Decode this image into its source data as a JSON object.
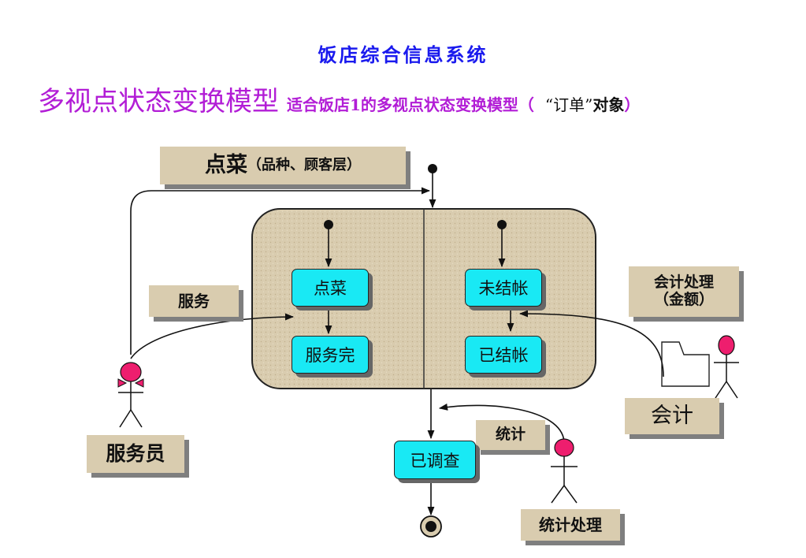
{
  "title": "饭店综合信息系统",
  "subtitle": {
    "main": "多视点状态变换模型",
    "detail": "适合饭店1的多视点状态变换模型（",
    "quoted": "“订单”",
    "object": "对象",
    "close_paren": "）"
  },
  "notes": {
    "order_dishes": "点菜",
    "order_dishes_detail": "（品种、顾客层）",
    "service": "服务",
    "accounting_process": "会计处理",
    "accounting_amount": "（金额）",
    "statistics": "统计",
    "statistics_process": "统计处理"
  },
  "states": {
    "ordering": "点菜",
    "served": "服务完",
    "unsettled": "未结帐",
    "settled": "已结帐",
    "surveyed": "已调查"
  },
  "actors": {
    "waiter": "服务员",
    "accountant": "会计"
  },
  "colors": {
    "title": "#1a1aee",
    "subtitle": "#b21dd6",
    "state_fill": "#19e9f4",
    "composite_fill": "#d9ccaf",
    "actor_head": "#ee1e6e"
  }
}
